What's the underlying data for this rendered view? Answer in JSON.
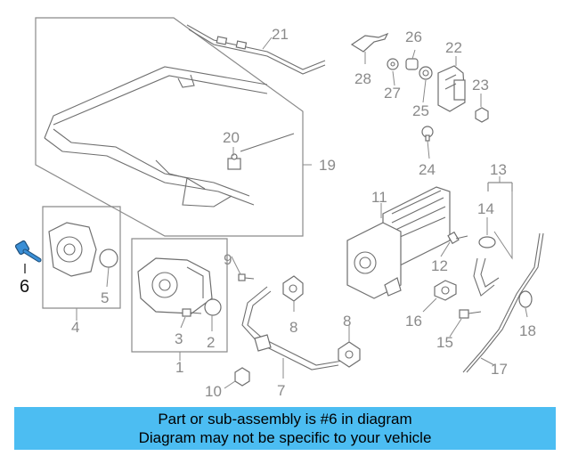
{
  "callouts": {
    "p1": "1",
    "p2": "2",
    "p3": "3",
    "p4": "4",
    "p5": "5",
    "p6": "6",
    "p7": "7",
    "p8a": "8",
    "p8b": "8",
    "p9": "9",
    "p10": "10",
    "p11": "11",
    "p12": "12",
    "p13": "13",
    "p14": "14",
    "p15": "15",
    "p16": "16",
    "p17": "17",
    "p18": "18",
    "p19": "19",
    "p20": "20",
    "p21": "21",
    "p22": "22",
    "p23": "23",
    "p24": "24",
    "p25": "25",
    "p26": "26",
    "p27": "27",
    "p28": "28"
  },
  "highlighted_part": "6",
  "colors": {
    "highlight": "#3a8fd6",
    "banner": "#4cbdf2",
    "line": "#6f6f6f",
    "label": "#8a8a8a"
  },
  "banner": {
    "line1": "Part or sub-assembly is #6 in diagram",
    "line2": "Diagram may not be specific to your vehicle"
  }
}
